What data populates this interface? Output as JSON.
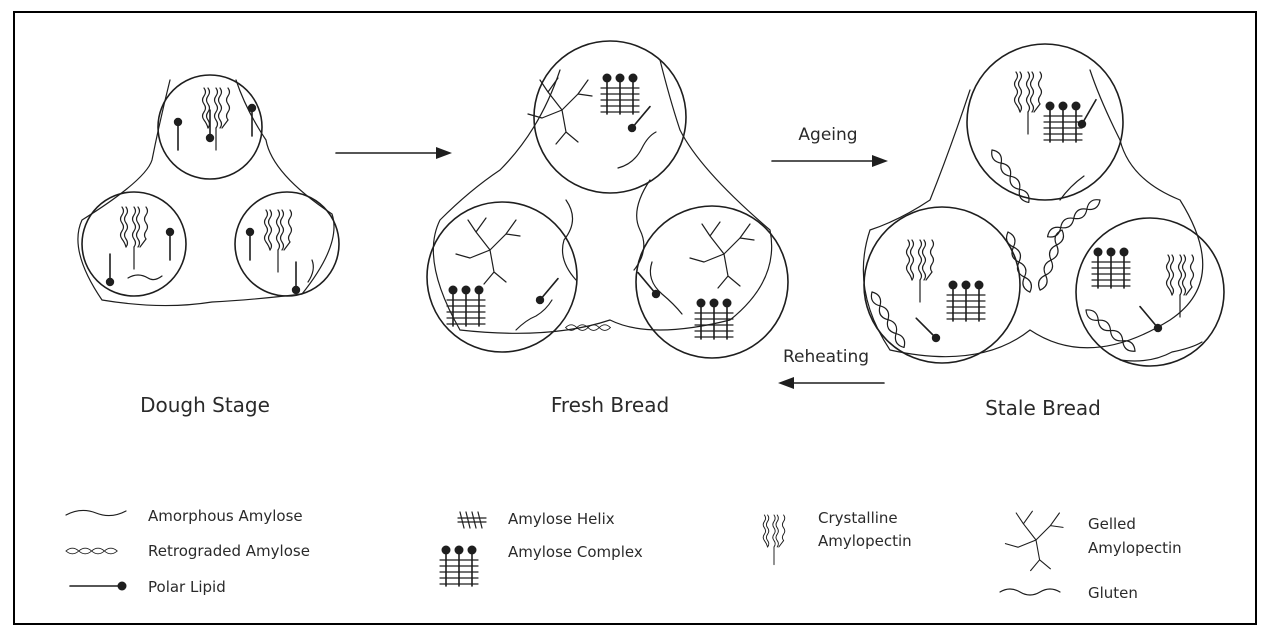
{
  "stages": {
    "dough": "Dough Stage",
    "fresh": "Fresh Bread",
    "stale": "Stale Bread"
  },
  "transitions": {
    "ageing": "Ageing",
    "reheating": "Reheating"
  },
  "legend": {
    "amorphous_amylose": "Amorphous Amylose",
    "retrograded_amylose": "Retrograded Amylose",
    "polar_lipid": "Polar Lipid",
    "amylose_helix": "Amylose Helix",
    "amylose_complex": "Amylose Complex",
    "crystalline_amylopectin_1": "Crystalline",
    "crystalline_amylopectin_2": "Amylopectin",
    "gelled_amylopectin_1": "Gelled",
    "gelled_amylopectin_2": "Amylopectin",
    "gluten": "Gluten"
  }
}
